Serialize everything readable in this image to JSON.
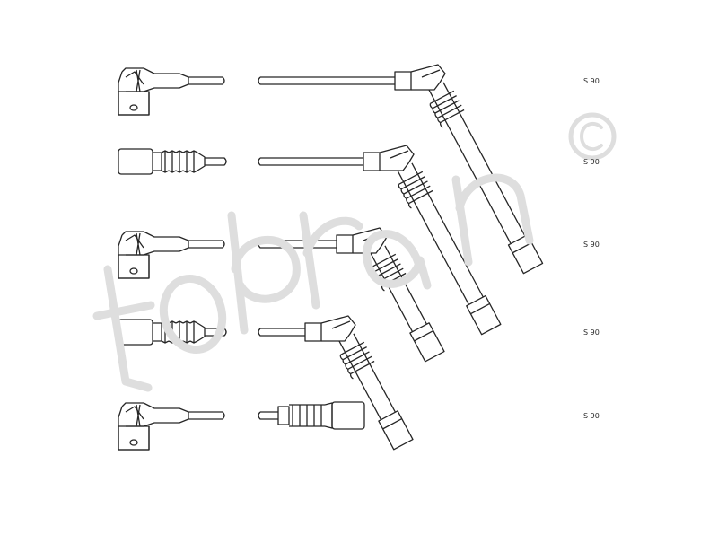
{
  "diagram": {
    "stroke_color": "#262626",
    "background": "#ffffff",
    "watermark": {
      "text": "topran",
      "symbol": "©",
      "color": "#dedede"
    },
    "cables": [
      {
        "label": "S 90",
        "engine_end": "angled-boot",
        "plug_end": "angled-boot"
      },
      {
        "label": "S 90",
        "engine_end": "straight-boot",
        "plug_end": "angled-boot"
      },
      {
        "label": "S 90",
        "engine_end": "angled-boot",
        "plug_end": "angled-boot"
      },
      {
        "label": "S 90",
        "engine_end": "straight-boot",
        "plug_end": "angled-boot"
      },
      {
        "label": "S 90",
        "engine_end": "angled-boot",
        "plug_end": "straight-boot"
      }
    ]
  }
}
